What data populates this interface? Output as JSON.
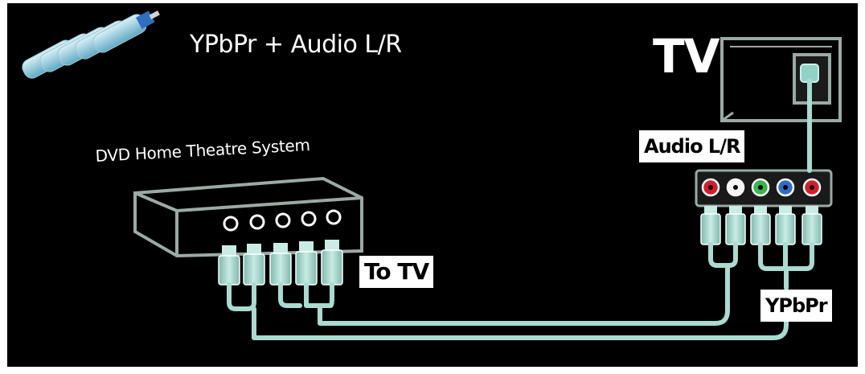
{
  "diagram": {
    "title": "YPbPr + Audio L/R",
    "tv_title": "TV",
    "device_label": "DVD Home Theatre System",
    "to_tv_label": "To TV",
    "audio_label": "Audio L/R",
    "ypbpr_label": "YPbPr",
    "colors": {
      "background": "#000000",
      "outline": "#9aaaa6",
      "cable": "#aadad0",
      "label_bg": "#ffffff",
      "jack_red": "#d21f2b",
      "jack_white": "#f4f4f4",
      "jack_green": "#39b54a",
      "jack_blue": "#2e6fc4"
    },
    "icons": [
      "rca-connectors-icon",
      "tv-icon",
      "dvd-player-icon"
    ]
  }
}
